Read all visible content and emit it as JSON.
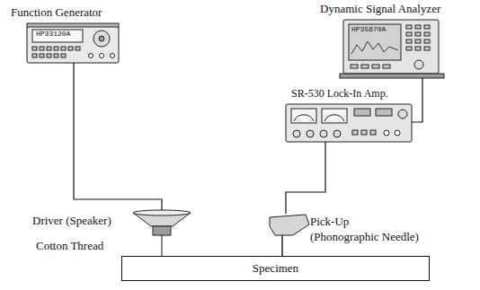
{
  "diagram": {
    "nodes": [
      {
        "text": [
          "Function Generator"
        ]
      },
      {
        "text": [
          "Dynamic Signal Analyzer"
        ]
      },
      {
        "text": [
          "SR-530 Lock-In Amp."
        ]
      },
      {
        "text": [
          "Driver (Speaker)"
        ]
      },
      {
        "text": [
          "Pick-Up",
          "(Phonographic Needle)"
        ]
      },
      {
        "text": [
          "Specimen"
        ]
      }
    ],
    "edges": [
      {
        "from": 0,
        "to": 3,
        "arrow": "none"
      },
      {
        "from": 1,
        "to": 2,
        "arrow": "none"
      },
      {
        "from": 2,
        "to": 4,
        "arrow": "none"
      },
      {
        "from": 3,
        "to": 5,
        "arrow": "none"
      },
      {
        "from": 4,
        "to": 5,
        "arrow": "none"
      }
    ],
    "labels": [
      "HP33120A",
      "HP35670A",
      "Cotton Thread"
    ]
  }
}
